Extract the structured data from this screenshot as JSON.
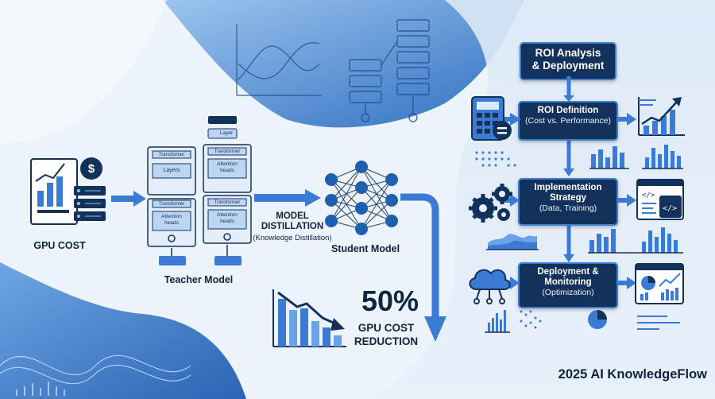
{
  "left": {
    "gpu_cost_label": "GPU COST",
    "teacher_label": "Teacher Model",
    "student_label": "Student Model",
    "distill_title_1": "MODEL",
    "distill_title_2": "DISTILLATION",
    "distill_sub": "(Knowledge Distillation)",
    "transformer": "Transformer",
    "layers": "Layers",
    "attention_1": "Attention",
    "attention_2": "heads",
    "layer": "Layer",
    "dollar": "$"
  },
  "result": {
    "percent": "50%",
    "line1": "GPU COST",
    "line2": "REDUCTION"
  },
  "flow": {
    "header_1": "ROI Analysis",
    "header_2": "& Deployment",
    "step1_title": "ROI Definition",
    "step1_sub": "(Cost vs. Performance)",
    "step2_title_1": "Implementation",
    "step2_title_2": "Strategy",
    "step2_sub": "(Data, Training)",
    "step3_title_1": "Deployment &",
    "step3_title_2": "Monitoring",
    "step3_sub": "(Optimization)"
  },
  "footer": {
    "brand": "2025 AI KnowledgeFlow"
  },
  "colors": {
    "navy": "#13325b",
    "accent": "#3f7fd0",
    "arrow": "#3b7bd6",
    "text": "#0f2440"
  },
  "icons": [
    "calculator-icon",
    "trend-chart-icon",
    "gear-icon",
    "code-window-icon",
    "cloud-network-icon",
    "dashboard-icon",
    "dollar-coin-icon",
    "server-stack-icon",
    "neural-network-icon"
  ]
}
